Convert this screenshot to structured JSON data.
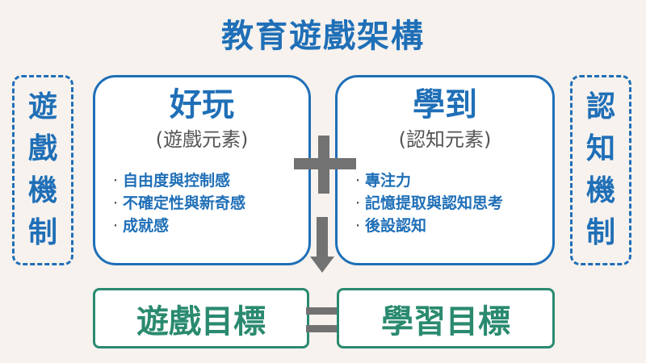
{
  "title": "教育遊戲架構",
  "left_side": {
    "chars": [
      "遊",
      "戲",
      "機",
      "制"
    ]
  },
  "right_side": {
    "chars": [
      "認",
      "知",
      "機",
      "制"
    ]
  },
  "left_box": {
    "heading": "好玩",
    "subheading": "(遊戲元素)",
    "items": [
      "自由度與控制感",
      "不確定性與新奇感",
      "成就感"
    ]
  },
  "right_box": {
    "heading": "學到",
    "subheading": "(認知元素)",
    "items": [
      "專注力",
      "記憶提取與認知思考",
      "後設認知"
    ]
  },
  "bullet": "·",
  "bottom": {
    "left_goal": "遊戲目標",
    "right_goal": "學習目標"
  },
  "colors": {
    "primary": "#1f6fb7",
    "goal": "#2a8a6f",
    "operator": "#727272",
    "background": "#f7f2ee"
  }
}
